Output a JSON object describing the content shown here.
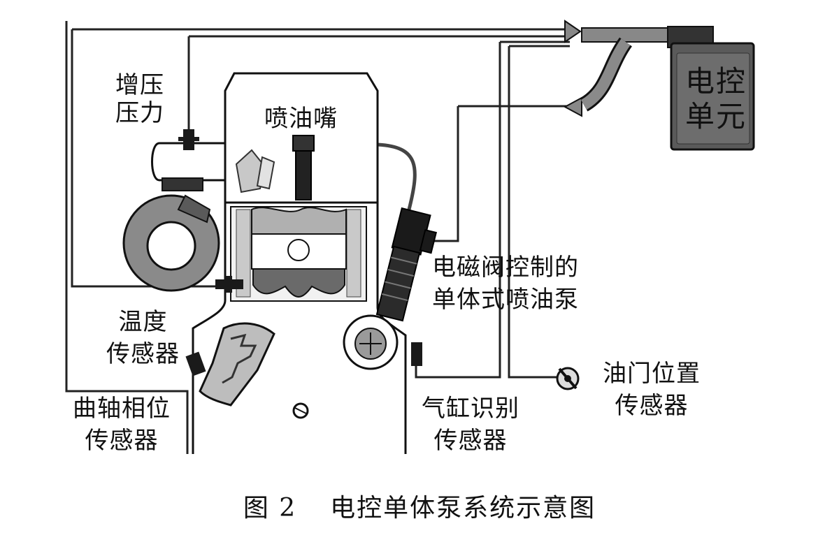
{
  "labels": {
    "boost_pressure": [
      "增压",
      "压力"
    ],
    "injector": "喷油嘴",
    "ecu": [
      "电控",
      "单元"
    ],
    "solenoid_pump": [
      "电磁阀控制的",
      "单体式喷油泵"
    ],
    "temp_sensor": [
      "温度",
      "传感器"
    ],
    "crank_sensor": [
      "曲轴相位",
      "传感器"
    ],
    "cylinder_sensor": [
      "气缸识别",
      "传感器"
    ],
    "throttle_sensor": [
      "油门位置",
      "传感器"
    ]
  },
  "caption": {
    "number": "图 2",
    "title": "电控单体泵系统示意图"
  },
  "colors": {
    "ink": "#111111",
    "dark_fill": "#555555",
    "mid_fill": "#8a8a8a",
    "light_fill": "#d0d0d0",
    "paper": "#ffffff"
  }
}
